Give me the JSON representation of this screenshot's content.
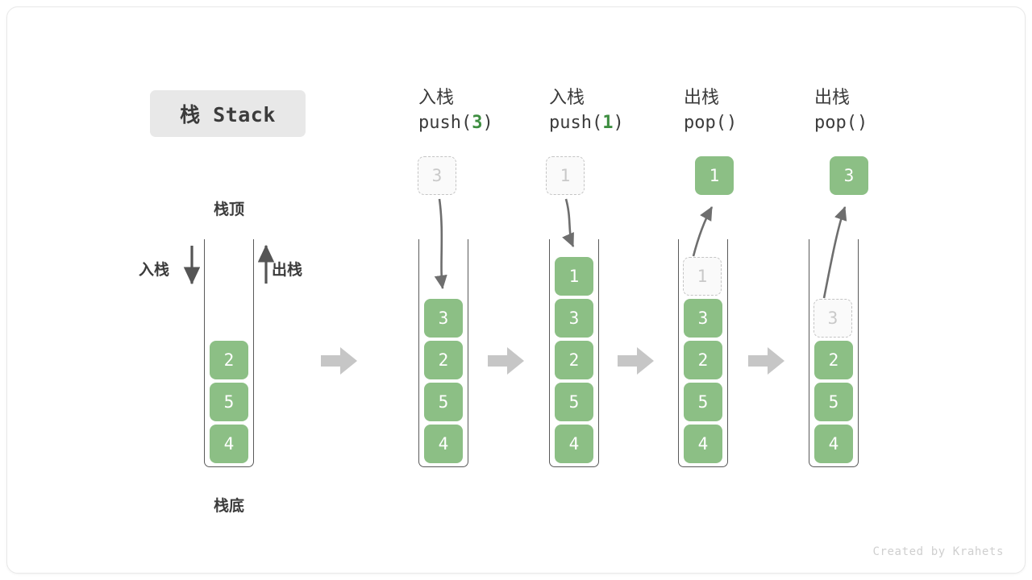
{
  "title_badge": "栈 Stack",
  "labels": {
    "top": "栈顶",
    "bottom": "栈底",
    "push_side": "入栈",
    "pop_side": "出栈"
  },
  "colors": {
    "cell_green": "#8cbf85",
    "accent_green": "#3e8e41",
    "arrow_gray": "#6e6e6e",
    "block_arrow_gray": "#c6c6c6",
    "ghost_border": "#c4c4c4",
    "ghost_text": "#c9c9c9",
    "container_stroke": "#5a5a5a",
    "badge_bg": "#e8e8e8",
    "text_dark": "#3b3b3b"
  },
  "columns": [
    {
      "id": "initial",
      "head_cn": "",
      "head_code": "",
      "arg": "",
      "cells": [
        "2",
        "5",
        "4"
      ],
      "ghost_index": -1,
      "floating": null,
      "direction": "none"
    },
    {
      "id": "push-3",
      "head_cn": "入栈",
      "head_code_prefix": "push(",
      "arg": "3",
      "head_code_suffix": ")",
      "cells": [
        "3",
        "2",
        "5",
        "4"
      ],
      "ghost_index": -1,
      "floating": "3",
      "direction": "in"
    },
    {
      "id": "push-1",
      "head_cn": "入栈",
      "head_code_prefix": "push(",
      "arg": "1",
      "head_code_suffix": ")",
      "cells": [
        "1",
        "3",
        "2",
        "5",
        "4"
      ],
      "ghost_index": -1,
      "floating": "1",
      "direction": "in"
    },
    {
      "id": "pop-1",
      "head_cn": "出栈",
      "head_code_prefix": "pop(",
      "arg": "",
      "head_code_suffix": ")",
      "cells": [
        "1",
        "3",
        "2",
        "5",
        "4"
      ],
      "ghost_index": 0,
      "floating": "1",
      "direction": "out"
    },
    {
      "id": "pop-3",
      "head_cn": "出栈",
      "head_code_prefix": "pop(",
      "arg": "",
      "head_code_suffix": ")",
      "cells": [
        "3",
        "2",
        "5",
        "4"
      ],
      "ghost_index": 0,
      "floating": "3",
      "direction": "out"
    }
  ],
  "separator_arrows": 4,
  "footer": "Created by Krahets"
}
